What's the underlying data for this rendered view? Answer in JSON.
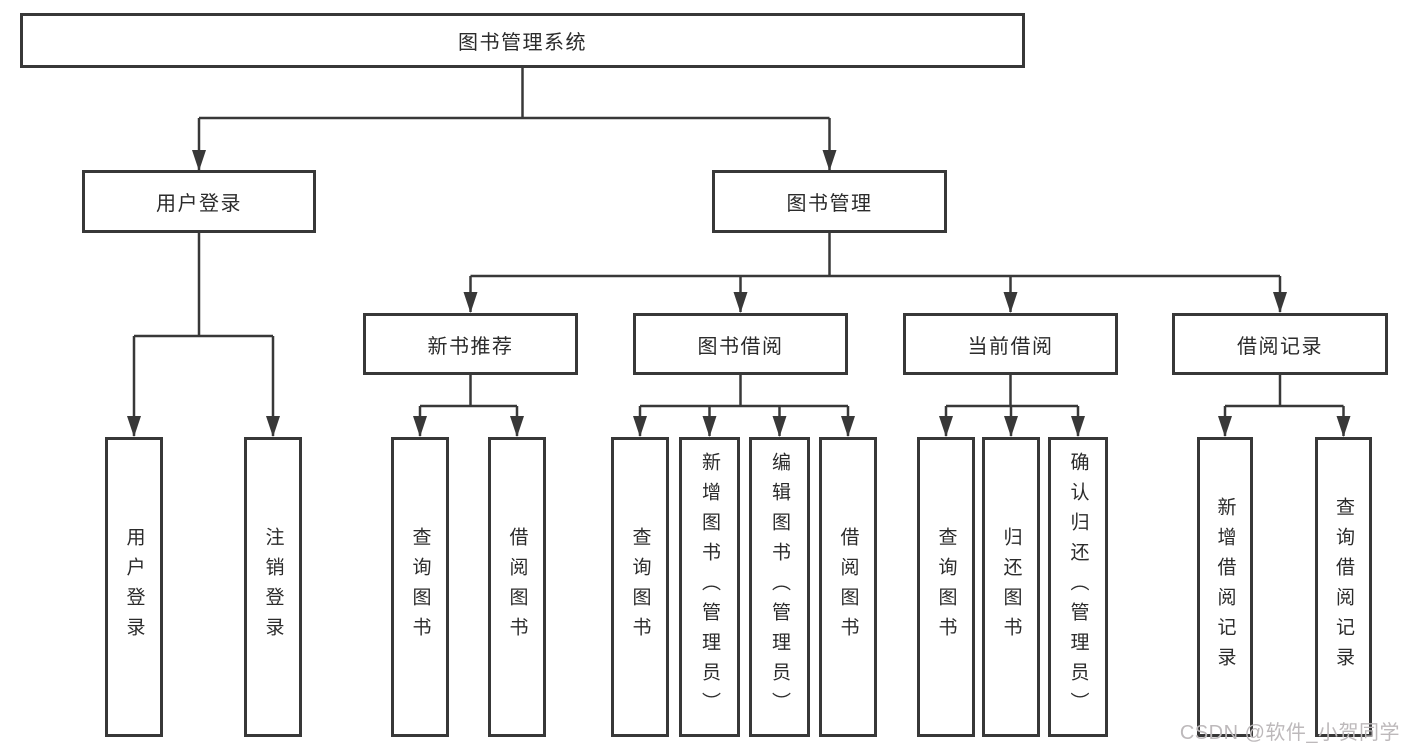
{
  "diagram": {
    "type": "hierarchy-tree",
    "colors": {
      "line": "#383838",
      "box_border": "#383838",
      "box_fill": "#ffffff",
      "text": "#2b2b2b",
      "background": "#ffffff",
      "watermark": "#bdb9bb"
    },
    "tree": {
      "label": "图书管理系统",
      "children": [
        {
          "label": "用户登录",
          "children": [
            {
              "label": "用户登录"
            },
            {
              "label": "注销登录"
            }
          ]
        },
        {
          "label": "图书管理",
          "children": [
            {
              "label": "新书推荐",
              "children": [
                {
                  "label": "查询图书"
                },
                {
                  "label": "借阅图书"
                }
              ]
            },
            {
              "label": "图书借阅",
              "children": [
                {
                  "label": "查询图书"
                },
                {
                  "label": "新增图书（管理员）"
                },
                {
                  "label": "编辑图书（管理员）"
                },
                {
                  "label": "借阅图书"
                }
              ]
            },
            {
              "label": "当前借阅",
              "children": [
                {
                  "label": "查询图书"
                },
                {
                  "label": "归还图书"
                },
                {
                  "label": "确认归还（管理员）"
                }
              ]
            },
            {
              "label": "借阅记录",
              "children": [
                {
                  "label": "新增借阅记录"
                },
                {
                  "label": "查询借阅记录"
                }
              ]
            }
          ]
        }
      ]
    },
    "watermark": {
      "text": "CSDN @软件_小贺同学"
    }
  }
}
